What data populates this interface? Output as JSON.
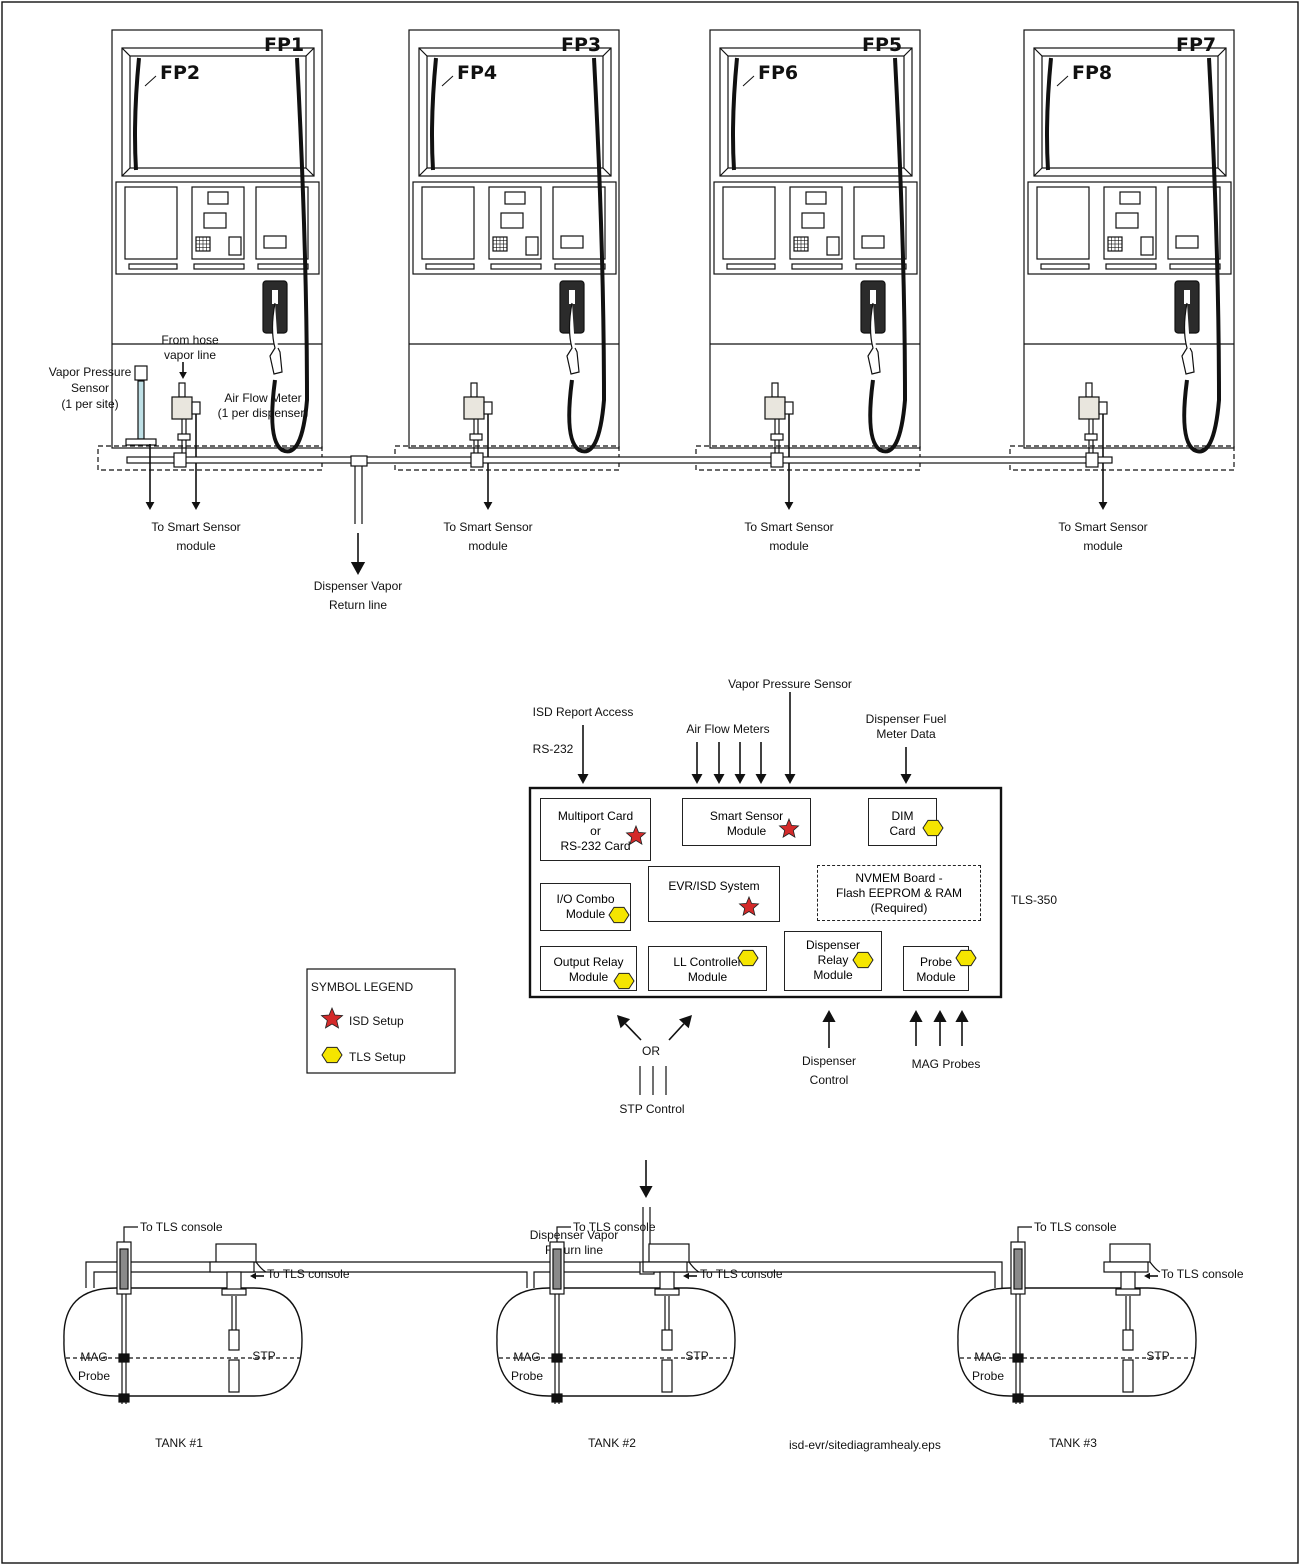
{
  "dispensers": [
    {
      "front": "FP1",
      "back": "FP2"
    },
    {
      "front": "FP3",
      "back": "FP4"
    },
    {
      "front": "FP5",
      "back": "FP6"
    },
    {
      "front": "FP7",
      "back": "FP8"
    }
  ],
  "top_labels": {
    "vapor_pressure_sensor": [
      "Vapor Pressure",
      "Sensor",
      "(1 per site)"
    ],
    "from_hose": [
      "From hose",
      "vapor line"
    ],
    "air_flow_meter": [
      "Air Flow Meter",
      "(1 per dispenser)"
    ],
    "to_smart_sensor": [
      "To Smart Sensor",
      "module"
    ],
    "dispenser_vapor_return": [
      "Dispenser Vapor",
      "Return line"
    ]
  },
  "console": {
    "name": "TLS-350",
    "inputs": {
      "isd_report_access": "ISD Report Access",
      "rs232": "RS-232",
      "air_flow_meters": "Air Flow Meters",
      "vapor_pressure_sensor": "Vapor Pressure Sensor",
      "dispenser_fuel_meter": [
        "Dispenser Fuel",
        "Meter Data"
      ]
    },
    "modules": {
      "multiport": [
        "Multiport Card",
        "or",
        "RS-232 Card"
      ],
      "smart_sensor": [
        "Smart Sensor",
        "Module"
      ],
      "dim": [
        "DIM",
        "Card"
      ],
      "evr_isd": [
        "EVR/ISD System"
      ],
      "nvmem": [
        "NVMEM Board -",
        "Flash EEPROM & RAM",
        "(Required)"
      ],
      "io_combo": [
        "I/O Combo",
        "Module"
      ],
      "output_relay": [
        "Output Relay",
        "Module"
      ],
      "ll_controller": [
        "LL Controller",
        "Module"
      ],
      "dispenser_relay": [
        "Dispenser",
        "Relay",
        "Module"
      ],
      "probe": [
        "Probe",
        "Module"
      ]
    },
    "outputs": {
      "or": "OR",
      "stp_control": "STP Control",
      "dispenser_control": [
        "Dispenser",
        "Control"
      ],
      "mag_probes": "MAG Probes"
    }
  },
  "legend": {
    "title": "SYMBOL LEGEND",
    "isd": "ISD Setup",
    "tls": "TLS Setup",
    "star_color": "#d42a2a",
    "hex_color": "#f5e500"
  },
  "tanks_area": {
    "vapor_return": [
      "Dispenser Vapor",
      "Return line"
    ],
    "to_tls_console": "To TLS console",
    "mag_probe": [
      "MAG",
      "Probe"
    ],
    "stp": "STP",
    "tanks": [
      "TANK #1",
      "TANK #2",
      "TANK #3"
    ],
    "file_ref": "isd-evr/sitediagramhealy.eps"
  }
}
